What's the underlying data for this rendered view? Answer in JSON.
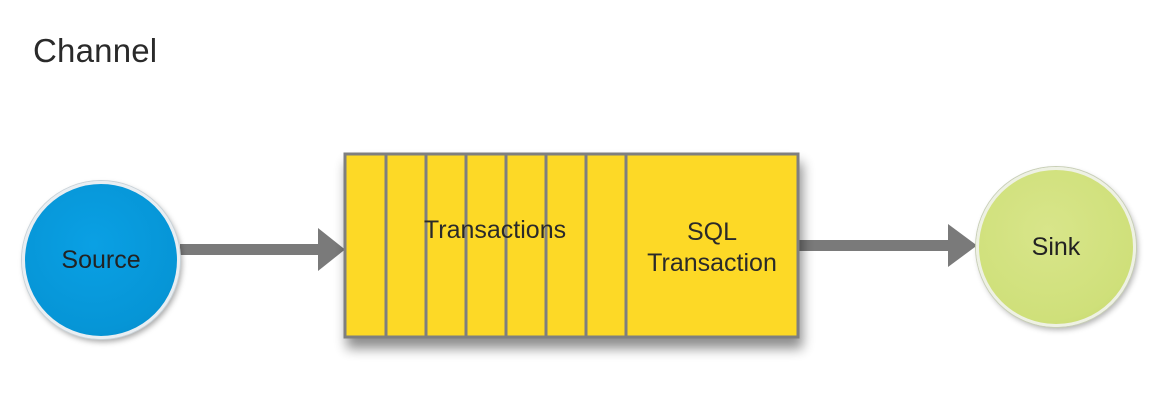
{
  "title": "Channel",
  "source": {
    "label": "Source",
    "color": "#0695d6"
  },
  "sink": {
    "label": "Sink",
    "color": "#cfe07a"
  },
  "queue": {
    "transactions_label": "Transactions",
    "sql_transaction_label": "SQL\nTransaction",
    "fill_color": "#fdd925",
    "border_color": "#7f7f7f"
  },
  "arrow_color": "#7a7a7a"
}
